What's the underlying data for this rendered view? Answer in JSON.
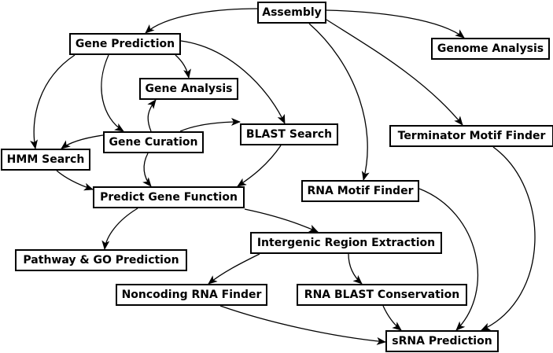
{
  "diagram": {
    "nodes": [
      {
        "id": "assembly",
        "label": "Assembly"
      },
      {
        "id": "gene_prediction",
        "label": "Gene Prediction"
      },
      {
        "id": "genome_analysis",
        "label": "Genome Analysis"
      },
      {
        "id": "gene_analysis",
        "label": "Gene Analysis"
      },
      {
        "id": "blast_search",
        "label": "BLAST Search"
      },
      {
        "id": "terminator_motif_finder",
        "label": "Terminator Motif Finder"
      },
      {
        "id": "gene_curation",
        "label": "Gene Curation"
      },
      {
        "id": "hmm_search",
        "label": "HMM Search"
      },
      {
        "id": "rna_motif_finder",
        "label": "RNA Motif Finder"
      },
      {
        "id": "predict_gene_function",
        "label": "Predict Gene Function"
      },
      {
        "id": "intergenic_region_extraction",
        "label": "Intergenic Region Extraction"
      },
      {
        "id": "pathway_go_prediction",
        "label": "Pathway & GO Prediction"
      },
      {
        "id": "noncoding_rna_finder",
        "label": "Noncoding RNA Finder"
      },
      {
        "id": "rna_blast_conservation",
        "label": "RNA BLAST Conservation"
      },
      {
        "id": "srna_prediction",
        "label": "sRNA Prediction"
      }
    ],
    "edges": [
      {
        "from": "assembly",
        "to": "gene_prediction"
      },
      {
        "from": "assembly",
        "to": "genome_analysis"
      },
      {
        "from": "assembly",
        "to": "terminator_motif_finder"
      },
      {
        "from": "assembly",
        "to": "rna_motif_finder"
      },
      {
        "from": "gene_prediction",
        "to": "gene_analysis"
      },
      {
        "from": "gene_prediction",
        "to": "blast_search"
      },
      {
        "from": "gene_prediction",
        "to": "hmm_search"
      },
      {
        "from": "gene_prediction",
        "to": "gene_curation"
      },
      {
        "from": "gene_curation",
        "to": "gene_analysis"
      },
      {
        "from": "gene_curation",
        "to": "blast_search"
      },
      {
        "from": "gene_curation",
        "to": "hmm_search"
      },
      {
        "from": "gene_curation",
        "to": "predict_gene_function"
      },
      {
        "from": "hmm_search",
        "to": "predict_gene_function"
      },
      {
        "from": "blast_search",
        "to": "predict_gene_function"
      },
      {
        "from": "predict_gene_function",
        "to": "pathway_go_prediction"
      },
      {
        "from": "predict_gene_function",
        "to": "intergenic_region_extraction"
      },
      {
        "from": "intergenic_region_extraction",
        "to": "noncoding_rna_finder"
      },
      {
        "from": "intergenic_region_extraction",
        "to": "rna_blast_conservation"
      },
      {
        "from": "noncoding_rna_finder",
        "to": "srna_prediction"
      },
      {
        "from": "rna_blast_conservation",
        "to": "srna_prediction"
      },
      {
        "from": "rna_motif_finder",
        "to": "srna_prediction"
      },
      {
        "from": "terminator_motif_finder",
        "to": "srna_prediction"
      }
    ]
  }
}
